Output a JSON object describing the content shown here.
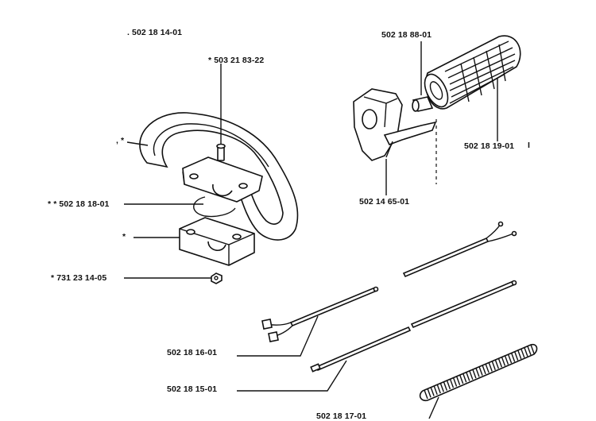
{
  "labels": {
    "assembly_top": ". 502 18 14-01",
    "screw": "* 503 21 83-22",
    "handle_loop": ", *",
    "clamp_upper": "* * 502 18 18-01",
    "clamp_lower": "*",
    "nut": "* 731 23 14-05",
    "sleeve": "502 18 88-01",
    "grip": "502 18 19-01",
    "grip_mark": "I",
    "throttle": "502 14 65-01",
    "cable_a": "502 18 16-01",
    "cable_b": "502 18 15-01",
    "conduit": "502 18 17-01"
  }
}
